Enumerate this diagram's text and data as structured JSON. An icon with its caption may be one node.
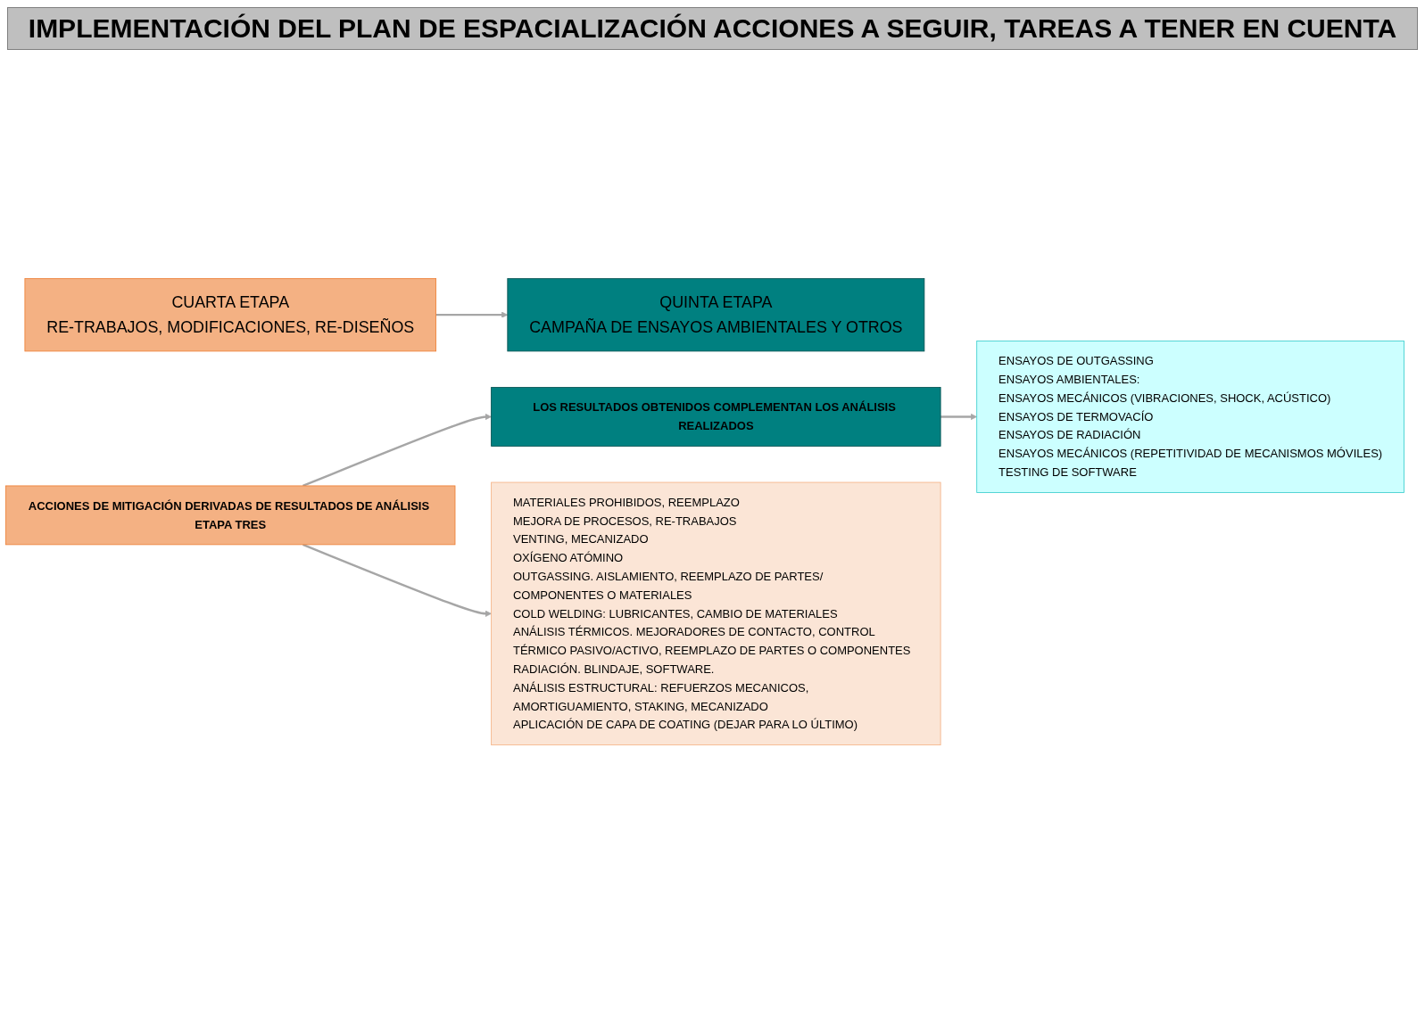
{
  "diagram": {
    "title": "IMPLEMENTACIÓN DEL PLAN DE ESPACIALIZACIÓN ACCIONES A SEGUIR, TAREAS A TENER EN CUENTA",
    "nodes": [
      {
        "text": [
          "CUARTA ETAPA",
          "RE-TRABAJOS, MODIFICACIONES, RE-DISEÑOS"
        ]
      },
      {
        "text": [
          "QUINTA ETAPA",
          "CAMPAÑA DE ENSAYOS AMBIENTALES Y OTROS"
        ]
      },
      {
        "text": [
          "ACCIONES DE MITIGACIÓN DERIVADAS DE RESULTADOS DE ANÁLISIS ETAPA TRES"
        ]
      },
      {
        "text": [
          "LOS RESULTADOS OBTENIDOS COMPLEMENTAN LOS ANÁLISIS REALIZADOS"
        ]
      },
      {
        "text": [
          "MATERIALES PROHIBIDOS, REEMPLAZO",
          "MEJORA DE PROCESOS, RE-TRABAJOS",
          "VENTING, MECANIZADO",
          "OXÍGENO ATÓMINO",
          "OUTGASSING. AISLAMIENTO, REEMPLAZO DE PARTES/ COMPONENTES O MATERIALES",
          "COLD WELDING: LUBRICANTES, CAMBIO DE MATERIALES",
          "ANÁLISIS TÉRMICOS. MEJORADORES DE CONTACTO, CONTROL TÉRMICO PASIVO/ACTIVO, REEMPLAZO DE PARTES O COMPONENTES",
          "RADIACIÓN. BLINDAJE, SOFTWARE.",
          "ANÁLISIS ESTRUCTURAL: REFUERZOS MECANICOS, AMORTIGUAMIENTO, STAKING, MECANIZADO",
          "APLICACIÓN DE CAPA DE COATING (DEJAR PARA LO ÚLTIMO)"
        ]
      },
      {
        "text": [
          "ENSAYOS DE OUTGASSING",
          "ENSAYOS AMBIENTALES:",
          "ENSAYOS MECÁNICOS (VIBRACIONES, SHOCK, ACÚSTICO)",
          "ENSAYOS DE TERMOVACÍO",
          "ENSAYOS DE RADIACIÓN",
          "ENSAYOS MECÁNICOS (REPETITIVIDAD DE MECANISMOS MÓVILES)",
          "TESTING DE SOFTWARE"
        ]
      }
    ],
    "edges": [
      {
        "from": 0,
        "to": 1,
        "arrow": "to"
      },
      {
        "from": 2,
        "to": 3,
        "arrow": "to"
      },
      {
        "from": 2,
        "to": 4,
        "arrow": "to"
      },
      {
        "from": 3,
        "to": 5,
        "arrow": "to"
      }
    ]
  }
}
